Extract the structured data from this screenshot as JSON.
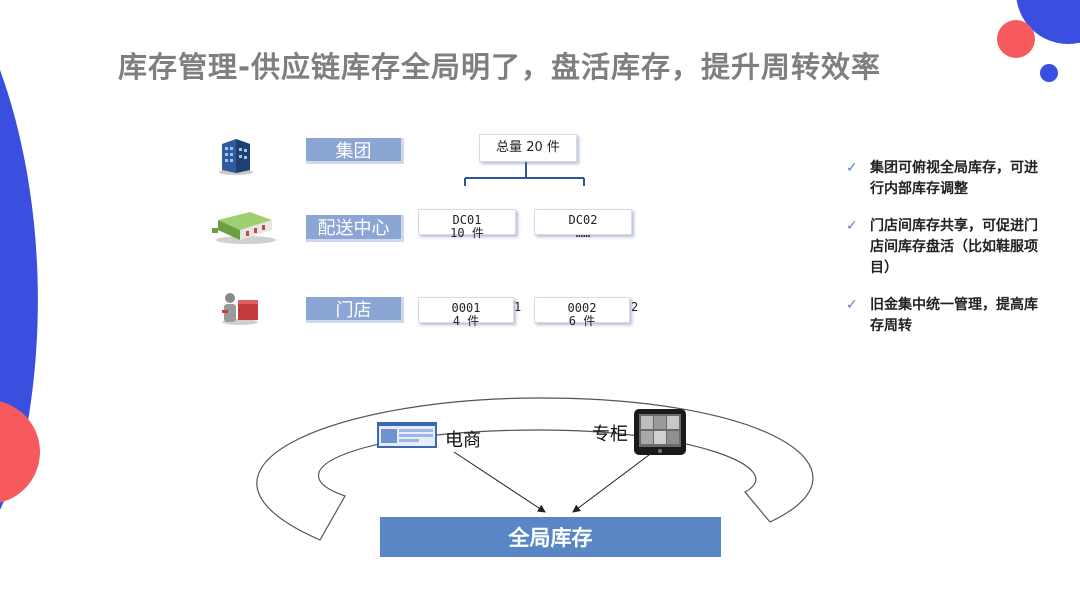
{
  "slide": {
    "title": "库存管理-供应链库存全局明了，盘活库存，提升周转效率"
  },
  "tiers": [
    {
      "label": "集团",
      "icon": "building-icon"
    },
    {
      "label": "配送中心",
      "icon": "warehouse-icon"
    },
    {
      "label": "门店",
      "icon": "store-icon"
    }
  ],
  "group_box": {
    "text": "总量 20 件"
  },
  "dc_boxes": [
    {
      "line1": "DC01",
      "line2": "10 件"
    },
    {
      "line1": "DC02",
      "line2": "……"
    }
  ],
  "store_boxes": [
    {
      "line1": "0001",
      "line2": "4 件",
      "side": "1"
    },
    {
      "line1": "0002",
      "line2": "6 件",
      "side": "2"
    }
  ],
  "bullets": [
    {
      "icon": "check-icon",
      "text": "集团可俯视全局库存，可进行内部库存调整"
    },
    {
      "icon": "check-icon",
      "text": "门店间库存共享，可促进门店间库存盘活（比如鞋服项目）"
    },
    {
      "icon": "check-icon",
      "text": "旧金集中统一管理，提高库存周转"
    }
  ],
  "channels": {
    "ecommerce": "电商",
    "counter": "专柜"
  },
  "global_inventory": {
    "label": "全局库存"
  },
  "colors": {
    "accent_blue": "#3a4fe0",
    "accent_red": "#f65a5f",
    "tier_fill": "#8ba5d4",
    "global_fill": "#5b86c5",
    "title_gray": "#7f7f7f"
  }
}
